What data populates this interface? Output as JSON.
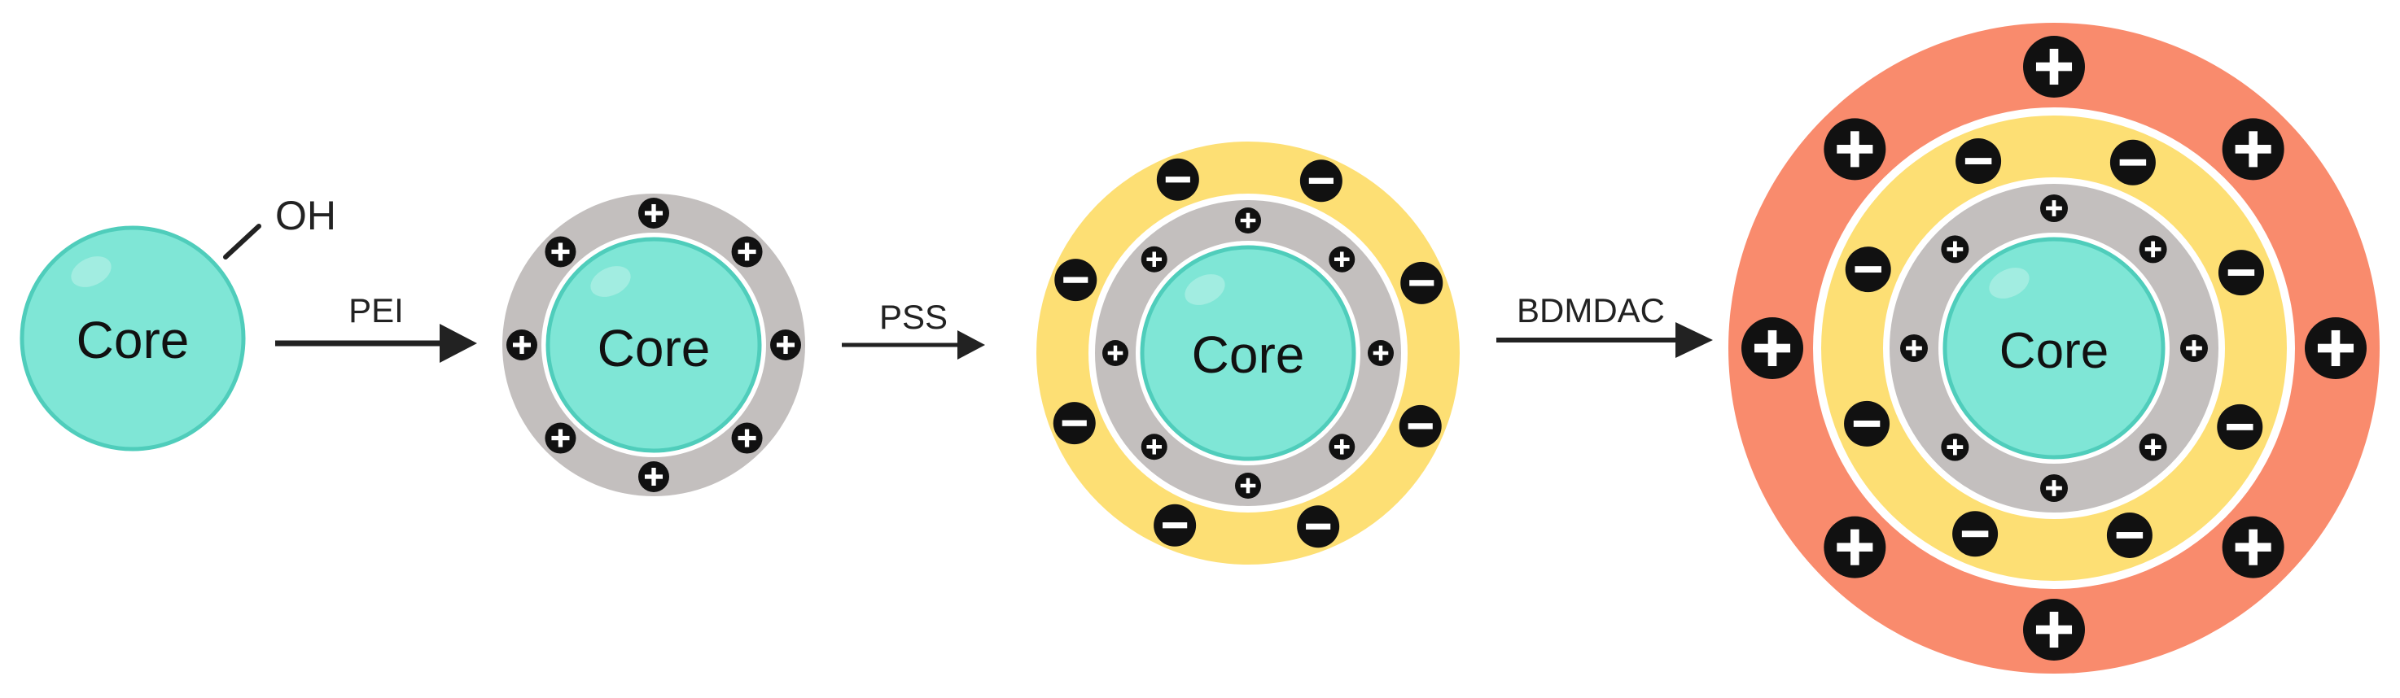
{
  "colors": {
    "core_fill": "#7fe6d6",
    "core_stroke": "#4fcdbb",
    "pei_layer": "#c3bfbe",
    "pss_layer": "#fddf74",
    "bdmdac_layer": "#f98b6d",
    "separator": "#ffffff",
    "charge_badge": "#111111",
    "charge_symbol": "#ffffff",
    "arrow": "#222222"
  },
  "stages": [
    {
      "core_label": "Core",
      "surface_group": "OH"
    },
    {
      "core_label": "Core"
    },
    {
      "core_label": "Core"
    },
    {
      "core_label": "Core"
    }
  ],
  "steps": [
    {
      "label": "PEI"
    },
    {
      "label": "PSS"
    },
    {
      "label": "BDMDAC"
    }
  ]
}
